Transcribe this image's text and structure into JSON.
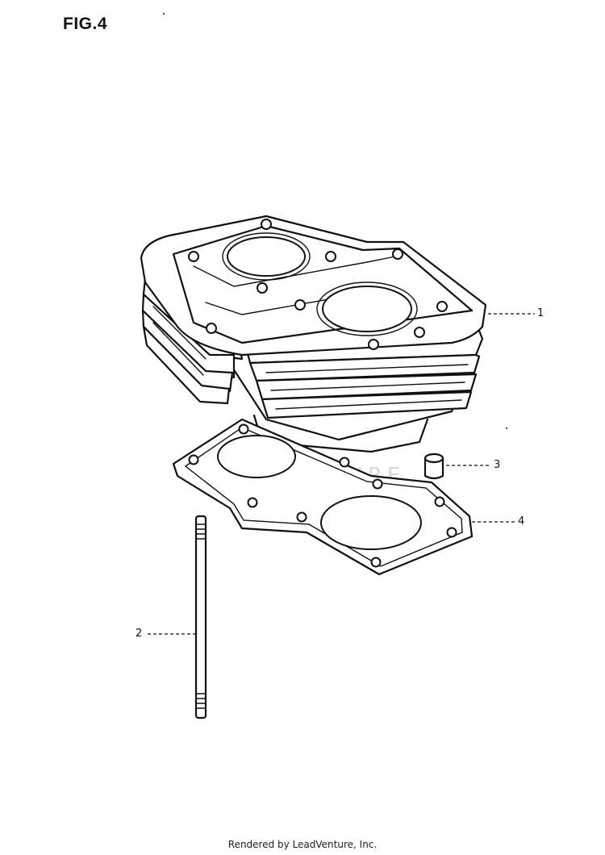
{
  "figure": {
    "title": "FIG.4"
  },
  "callouts": [
    {
      "id": "1",
      "label": "1"
    },
    {
      "id": "2",
      "label": "2"
    },
    {
      "id": "3",
      "label": "3"
    },
    {
      "id": "4",
      "label": "4"
    }
  ],
  "watermark": {
    "text": "LEADVENTURE"
  },
  "footer": {
    "text": "Rendered by LeadVenture, Inc."
  }
}
